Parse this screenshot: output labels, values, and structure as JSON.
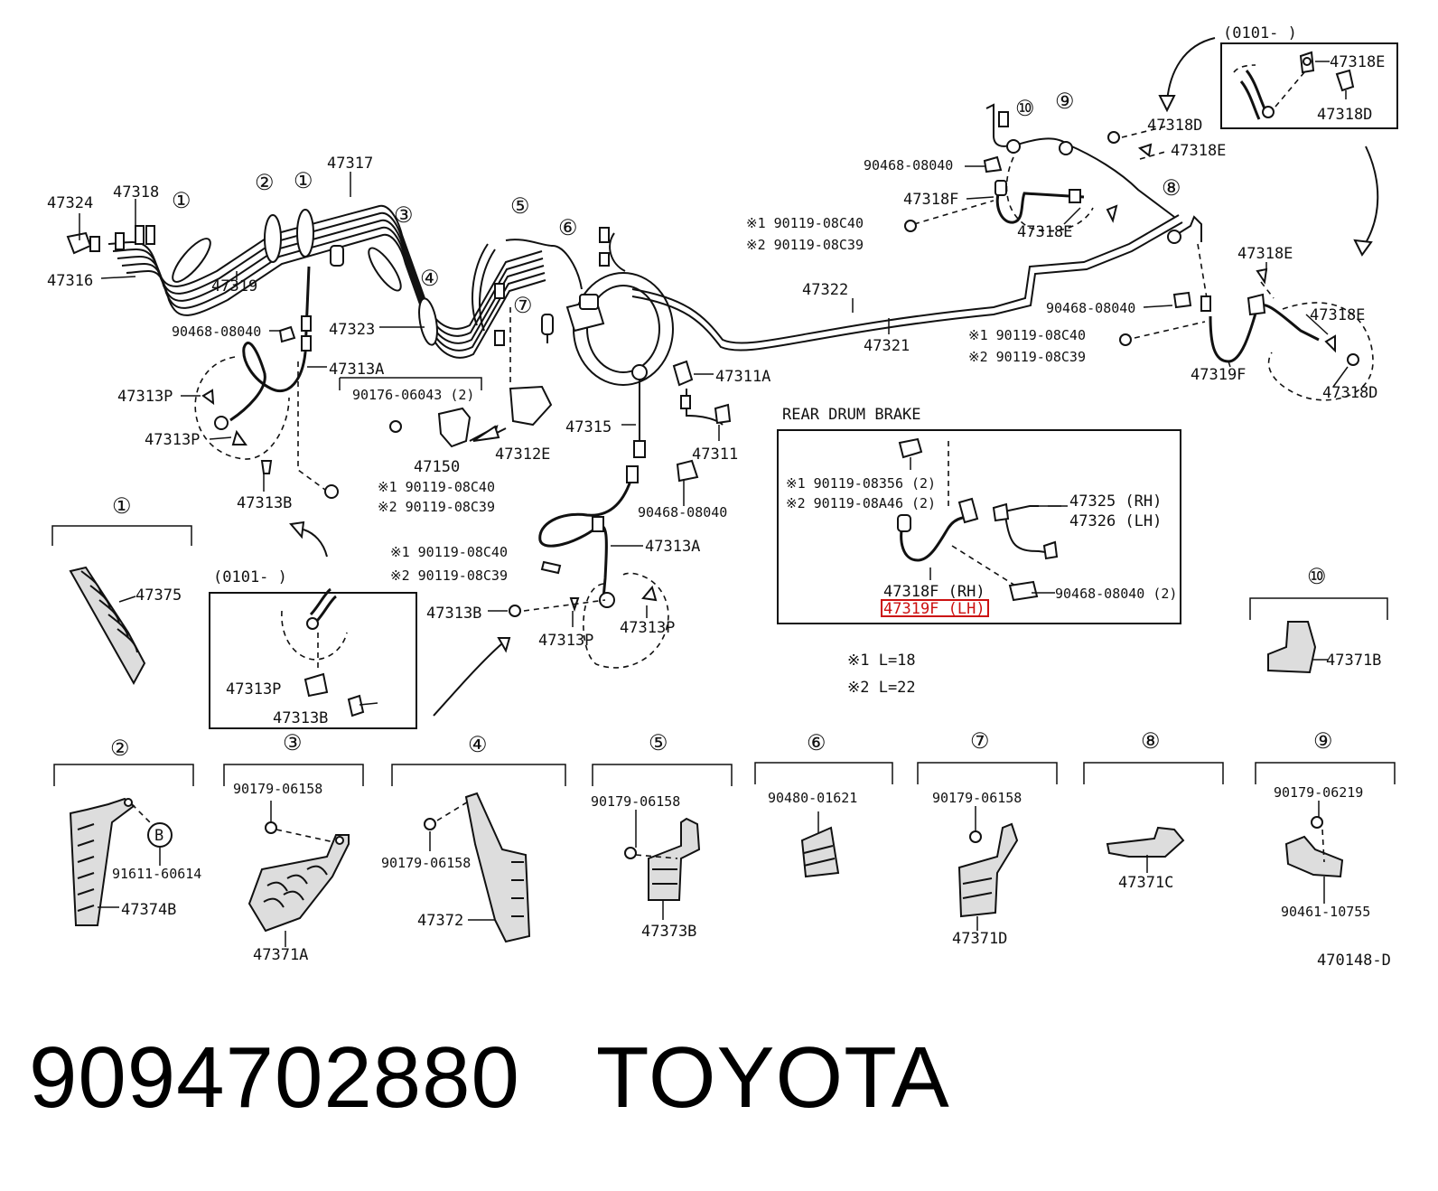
{
  "labels": {
    "p47324": "47324",
    "p47318_left": "47318",
    "p47316": "47316",
    "p47319": "47319",
    "p47317": "47317",
    "p47323": "47323",
    "clip_90468_a": "90468-08040",
    "p47313A_upper": "47313A",
    "p47313P_a": "47313P",
    "p47313P_b": "47313P",
    "p47313B_upper": "47313B",
    "bolt_90176": "90176-06043 (2)",
    "p47150": "47150",
    "p47312E": "47312E",
    "s1_90119_c40_a": "※1 90119-08C40",
    "s2_90119_c39_a": "※2 90119-08C39",
    "p47315": "47315",
    "p47311A": "47311A",
    "p47311": "47311",
    "clip_90468_b": "90468-08040",
    "s1_90119_c40_b": "※1 90119-08C40",
    "s2_90119_c39_b": "※2 90119-08C39",
    "p47313A_lower": "47313A",
    "p47313B_lower": "47313B",
    "p47313P_c": "47313P",
    "p47313P_d": "47313P",
    "inset_date_left": "(0101-        )",
    "inset_47313P": "47313P",
    "inset_47313B": "47313B",
    "p47322": "47322",
    "p47321": "47321",
    "clip_90468_c": "90468-08040",
    "p47318F_upper": "47318F",
    "s1_90119_c40_c": "※1 90119-08C40",
    "s2_90119_c39_c": "※2 90119-08C39",
    "p47318E_a": "47318E",
    "p47318D_a": "47318D",
    "p47318E_b": "47318E",
    "inset_date_right": "(0101-        )",
    "inset_47318E": "47318E",
    "inset_47318D": "47318D",
    "clip_90468_d": "90468-08040",
    "s1_90119_c40_d": "※1 90119-08C40",
    "s2_90119_c39_d": "※2 90119-08C39",
    "p47318E_c": "47318E",
    "p47318E_d": "47318E",
    "p47319F_right": "47319F",
    "p47318D_b": "47318D",
    "rear_title": "REAR  DRUM  BRAKE",
    "rear_s1": "※1 90119-08356 (2)",
    "rear_s2": "※2 90119-08A46 (2)",
    "rear_47325": "47325 (RH)",
    "rear_47326": "47326 (LH)",
    "rear_47318F": "47318F (RH)",
    "rear_47319F": "47319F (LH)",
    "rear_clip": "90468-08040 (2)",
    "note1": "※1  L=18",
    "note2": "※2  L=22",
    "p47375": "47375",
    "b_91611": "91611-60614",
    "b_letter": "B",
    "p47374B": "47374B",
    "c3_nut": "90179-06158",
    "p47371A": "47371A",
    "c4_nut": "90179-06158",
    "p47372": "47372",
    "c5_nut": "90179-06158",
    "p47373B": "47373B",
    "c6_clip": "90480-01621",
    "c7_nut": "90179-06158",
    "p47371D": "47371D",
    "p47371C": "47371C",
    "c9_nut": "90179-06219",
    "c9_bolt": "90461-10755",
    "p47371B": "47371B",
    "diagram_code": "470148-D"
  },
  "circled": {
    "c1": "①",
    "c2": "②",
    "c3": "③",
    "c4": "④",
    "c5": "⑤",
    "c6": "⑥",
    "c7": "⑦",
    "c8": "⑧",
    "c9": "⑨",
    "c10": "⑩"
  },
  "footer": {
    "part_number": "9094702880",
    "brand": "TOYOTA"
  },
  "colors": {
    "line": "#111111",
    "highlight": "#cc1111",
    "background": "#ffffff"
  }
}
